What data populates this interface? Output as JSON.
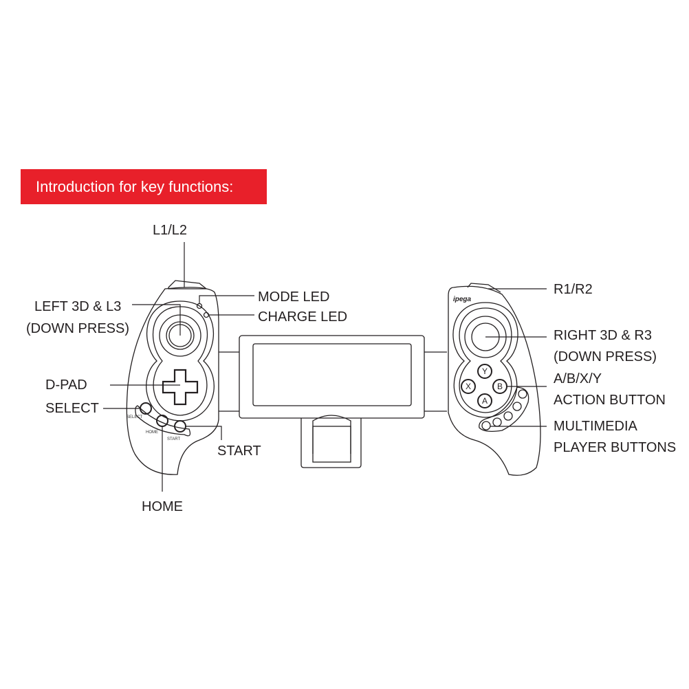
{
  "banner": {
    "title": "Introduction for key functions:",
    "color": "#e8202a"
  },
  "labels": {
    "l1l2": "L1/L2",
    "left3d_line1": "LEFT 3D & L3",
    "left3d_line2": "(DOWN PRESS)",
    "dpad": "D-PAD",
    "select": "SELECT",
    "start": "START",
    "home": "HOME",
    "mode_led": "MODE LED",
    "charge_led": "CHARGE LED",
    "r1r2": "R1/R2",
    "right3d_line1": "RIGHT 3D & R3",
    "right3d_line2": "(DOWN PRESS)",
    "abxy_line1": "A/B/X/Y",
    "abxy_line2": "ACTION BUTTON",
    "multimedia_line1": "MULTIMEDIA",
    "multimedia_line2": "PLAYER BUTTONS"
  },
  "device": {
    "logo": "ipega",
    "small_labels": {
      "select": "SELECT",
      "home": "HOME",
      "start": "START"
    },
    "face_buttons": {
      "y": "Y",
      "x": "X",
      "b": "B",
      "a": "A"
    }
  }
}
